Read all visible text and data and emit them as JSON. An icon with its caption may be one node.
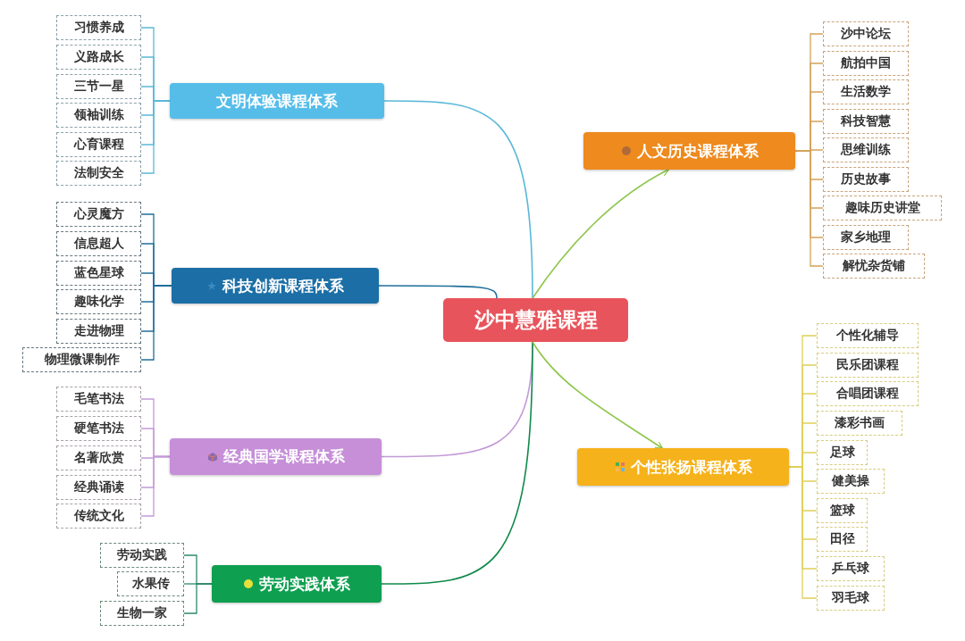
{
  "diagram": {
    "nodes": [
      {
        "text": [
          "沙中慧雅课程"
        ]
      },
      {
        "text": [
          "文明体验课程体系"
        ]
      },
      {
        "text": [
          "习惯养成"
        ]
      },
      {
        "text": [
          "义路成长"
        ]
      },
      {
        "text": [
          "三节一星"
        ]
      },
      {
        "text": [
          "领袖训练"
        ]
      },
      {
        "text": [
          "心育课程"
        ]
      },
      {
        "text": [
          "法制安全"
        ]
      },
      {
        "text": [
          "科技创新课程体系"
        ]
      },
      {
        "text": [
          "心灵魔方"
        ]
      },
      {
        "text": [
          "信息超人"
        ]
      },
      {
        "text": [
          "蓝色星球"
        ]
      },
      {
        "text": [
          "趣味化学"
        ]
      },
      {
        "text": [
          "走进物理"
        ]
      },
      {
        "text": [
          "物理微课制作"
        ]
      },
      {
        "text": [
          "经典国学课程体系"
        ]
      },
      {
        "text": [
          "毛笔书法"
        ]
      },
      {
        "text": [
          "硬笔书法"
        ]
      },
      {
        "text": [
          "名著欣赏"
        ]
      },
      {
        "text": [
          "经典诵读"
        ]
      },
      {
        "text": [
          "传统文化"
        ]
      },
      {
        "text": [
          "劳动实践体系"
        ]
      },
      {
        "text": [
          "劳动实践"
        ]
      },
      {
        "text": [
          "水果传"
        ]
      },
      {
        "text": [
          "生物一家"
        ]
      },
      {
        "text": [
          "人文历史课程体系"
        ]
      },
      {
        "text": [
          "沙中论坛"
        ]
      },
      {
        "text": [
          "航拍中国"
        ]
      },
      {
        "text": [
          "生活数学"
        ]
      },
      {
        "text": [
          "科技智慧"
        ]
      },
      {
        "text": [
          "思维训练"
        ]
      },
      {
        "text": [
          "历史故事"
        ]
      },
      {
        "text": [
          "趣味历史讲堂"
        ]
      },
      {
        "text": [
          "家乡地理"
        ]
      },
      {
        "text": [
          "解忧杂货铺"
        ]
      },
      {
        "text": [
          "个性张扬课程体系"
        ]
      },
      {
        "text": [
          "个性化辅导"
        ]
      },
      {
        "text": [
          "民乐团课程"
        ]
      },
      {
        "text": [
          "合唱团课程"
        ]
      },
      {
        "text": [
          "漆彩书画"
        ]
      },
      {
        "text": [
          "足球"
        ]
      },
      {
        "text": [
          "健美操"
        ]
      },
      {
        "text": [
          "篮球"
        ]
      },
      {
        "text": [
          "田径"
        ]
      },
      {
        "text": [
          "乒乓球"
        ]
      },
      {
        "text": [
          "羽毛球"
        ]
      }
    ],
    "edges": [
      {
        "from": 0,
        "to": 1,
        "arrow": "none",
        "color": "#5bb8d8"
      },
      {
        "from": 1,
        "to": 2,
        "arrow": "none",
        "color": "#5bb8d8"
      },
      {
        "from": 1,
        "to": 3,
        "arrow": "none",
        "color": "#5bb8d8"
      },
      {
        "from": 1,
        "to": 4,
        "arrow": "none",
        "color": "#5bb8d8"
      },
      {
        "from": 1,
        "to": 5,
        "arrow": "none",
        "color": "#5bb8d8"
      },
      {
        "from": 1,
        "to": 6,
        "arrow": "none",
        "color": "#5bb8d8"
      },
      {
        "from": 1,
        "to": 7,
        "arrow": "none",
        "color": "#5bb8d8"
      },
      {
        "from": 0,
        "to": 8,
        "arrow": "none",
        "color": "#1f6f9a"
      },
      {
        "from": 8,
        "to": 9,
        "arrow": "none",
        "color": "#1f6f9a"
      },
      {
        "from": 8,
        "to": 10,
        "arrow": "none",
        "color": "#1f6f9a"
      },
      {
        "from": 8,
        "to": 11,
        "arrow": "none",
        "color": "#1f6f9a"
      },
      {
        "from": 8,
        "to": 12,
        "arrow": "none",
        "color": "#1f6f9a"
      },
      {
        "from": 8,
        "to": 13,
        "arrow": "none",
        "color": "#1f6f9a"
      },
      {
        "from": 8,
        "to": 14,
        "arrow": "none",
        "color": "#1f6f9a"
      },
      {
        "from": 0,
        "to": 15,
        "arrow": "none",
        "color": "#c39ad8"
      },
      {
        "from": 15,
        "to": 16,
        "arrow": "none",
        "color": "#c39ad8"
      },
      {
        "from": 15,
        "to": 17,
        "arrow": "none",
        "color": "#c39ad8"
      },
      {
        "from": 15,
        "to": 18,
        "arrow": "none",
        "color": "#c39ad8"
      },
      {
        "from": 15,
        "to": 19,
        "arrow": "none",
        "color": "#c39ad8"
      },
      {
        "from": 15,
        "to": 20,
        "arrow": "none",
        "color": "#c39ad8"
      },
      {
        "from": 0,
        "to": 21,
        "arrow": "none",
        "color": "#0f8a4a"
      },
      {
        "from": 21,
        "to": 22,
        "arrow": "none",
        "color": "#2e8a6a"
      },
      {
        "from": 21,
        "to": 23,
        "arrow": "none",
        "color": "#2e8a6a"
      },
      {
        "from": 21,
        "to": 24,
        "arrow": "none",
        "color": "#2e8a6a"
      },
      {
        "from": 0,
        "to": 25,
        "arrow": "to",
        "color": "#8cc64a"
      },
      {
        "from": 25,
        "to": 26,
        "arrow": "none",
        "color": "#d4a35a"
      },
      {
        "from": 25,
        "to": 27,
        "arrow": "none",
        "color": "#d4a35a"
      },
      {
        "from": 25,
        "to": 28,
        "arrow": "none",
        "color": "#d4a35a"
      },
      {
        "from": 25,
        "to": 29,
        "arrow": "none",
        "color": "#d4a35a"
      },
      {
        "from": 25,
        "to": 30,
        "arrow": "none",
        "color": "#d4a35a"
      },
      {
        "from": 25,
        "to": 31,
        "arrow": "none",
        "color": "#d4a35a"
      },
      {
        "from": 25,
        "to": 32,
        "arrow": "none",
        "color": "#d4a35a"
      },
      {
        "from": 25,
        "to": 33,
        "arrow": "none",
        "color": "#d4a35a"
      },
      {
        "from": 25,
        "to": 34,
        "arrow": "none",
        "color": "#d4a35a"
      },
      {
        "from": 0,
        "to": 35,
        "arrow": "to",
        "color": "#8cc64a"
      },
      {
        "from": 35,
        "to": 36,
        "arrow": "none",
        "color": "#e0cf5a"
      },
      {
        "from": 35,
        "to": 37,
        "arrow": "none",
        "color": "#e0cf5a"
      },
      {
        "from": 35,
        "to": 38,
        "arrow": "none",
        "color": "#e0cf5a"
      },
      {
        "from": 35,
        "to": 39,
        "arrow": "none",
        "color": "#e0cf5a"
      },
      {
        "from": 35,
        "to": 40,
        "arrow": "none",
        "color": "#e0cf5a"
      },
      {
        "from": 35,
        "to": 41,
        "arrow": "none",
        "color": "#e0cf5a"
      },
      {
        "from": 35,
        "to": 42,
        "arrow": "none",
        "color": "#e0cf5a"
      },
      {
        "from": 35,
        "to": 43,
        "arrow": "none",
        "color": "#e0cf5a"
      },
      {
        "from": 35,
        "to": 44,
        "arrow": "none",
        "color": "#e0cf5a"
      },
      {
        "from": 35,
        "to": 45,
        "arrow": "none",
        "color": "#e0cf5a"
      }
    ]
  }
}
